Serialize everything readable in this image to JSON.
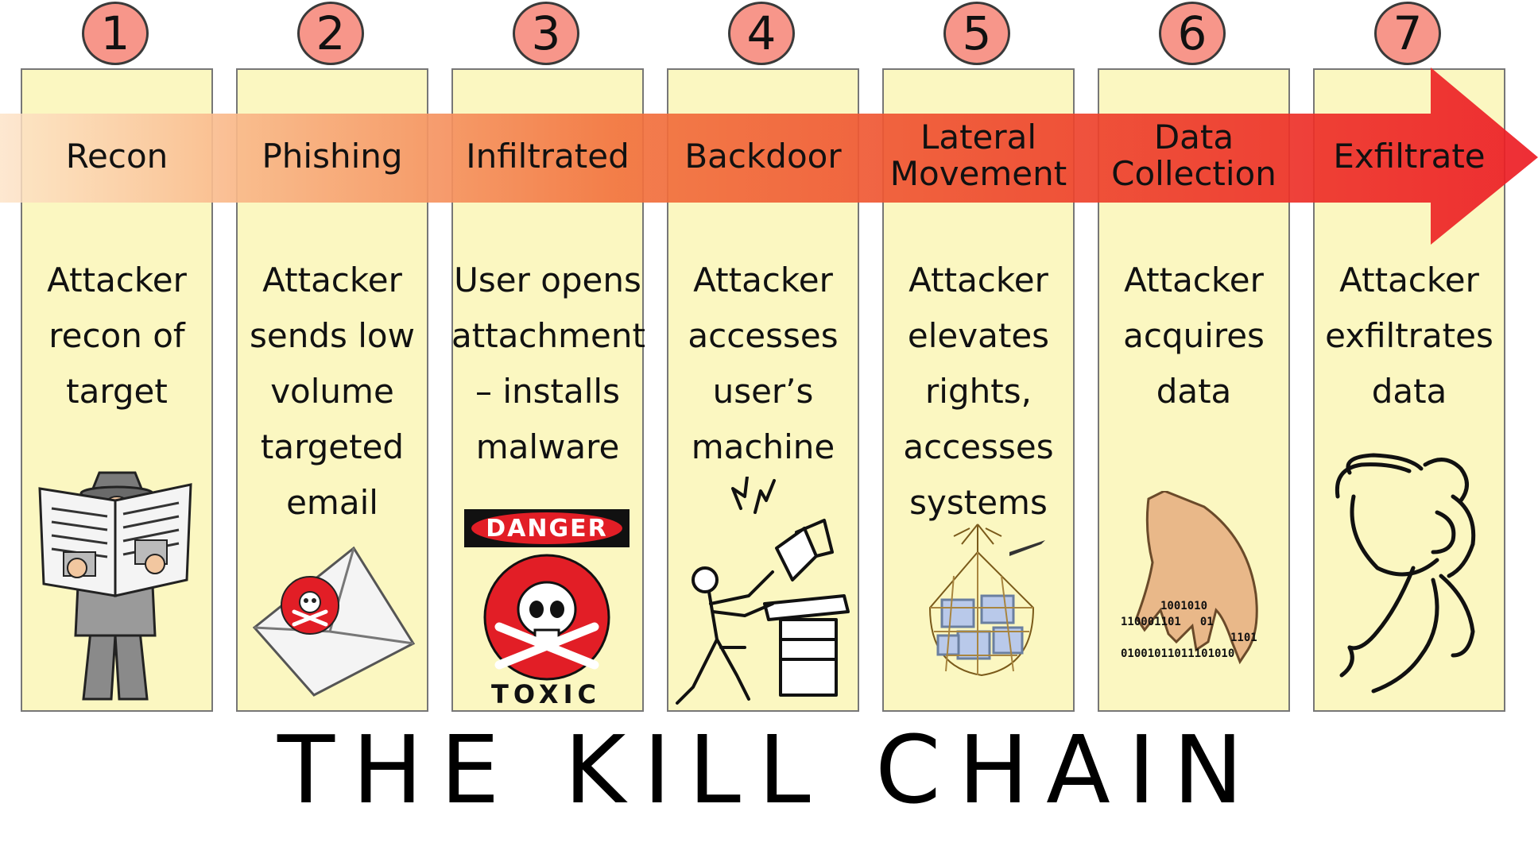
{
  "diagram": {
    "title": "THE KILL CHAIN",
    "stages": [
      {
        "number": "1",
        "name": "Recon",
        "description": "Attacker recon of target",
        "illustration": "newspaper-spy-icon"
      },
      {
        "number": "2",
        "name": "Phishing",
        "description": "Attacker sends low volume targeted email",
        "illustration": "poison-envelope-icon"
      },
      {
        "number": "3",
        "name": "Infiltrated",
        "description": "User opens attachment – installs malware",
        "illustration": "danger-toxic-icon"
      },
      {
        "number": "4",
        "name": "Backdoor",
        "description": "Attacker accesses user’s machine",
        "illustration": "hacker-at-computer-icon"
      },
      {
        "number": "5",
        "name": "Lateral Movement",
        "description": "Attacker elevates rights, accesses systems",
        "illustration": "net-of-screens-icon"
      },
      {
        "number": "6",
        "name": "Data Collection",
        "description": "Attacker acquires data",
        "illustration": "hand-grabbing-binary-icon"
      },
      {
        "number": "7",
        "name": "Exfiltrate",
        "description": "Attacker exfiltrates data",
        "illustration": "thief-with-sack-icon"
      }
    ],
    "danger_sign": "DANGER",
    "toxic_label": "TOXIC",
    "binary_lines": [
      "1001010",
      "110001101",
      "01",
      "1101",
      "01001011011101010"
    ],
    "colors": {
      "panel": "#fbf7c1",
      "panel_border": "#777777",
      "circle": "#f7968a",
      "arrow_start": "#fad0a8",
      "arrow_end": "#ec1c24"
    }
  }
}
